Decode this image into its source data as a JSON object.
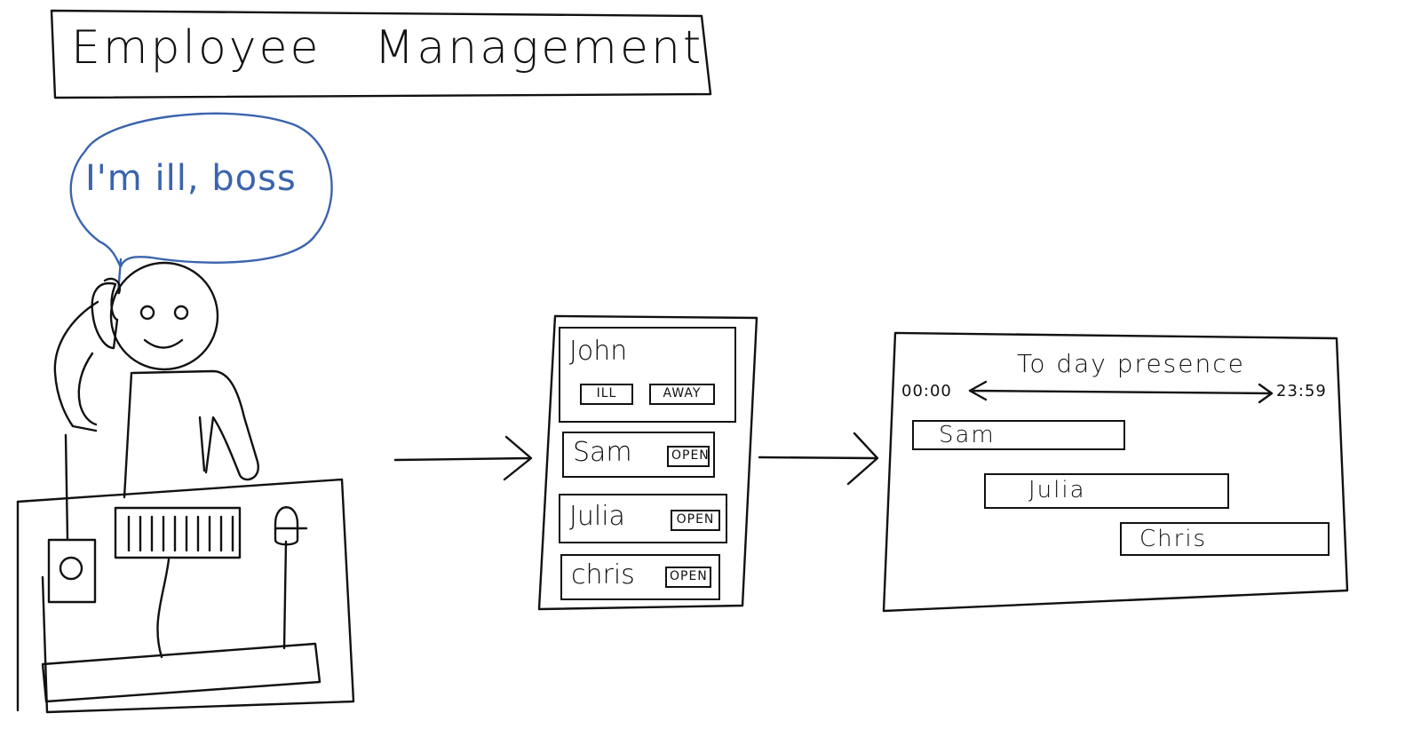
{
  "title": {
    "word1": "Employee",
    "word2": "Management"
  },
  "speech_bubble": {
    "text": "I'm ill, boss"
  },
  "employee_list": {
    "items": [
      {
        "name": "John",
        "badges": [
          "ILL",
          "AWAY"
        ]
      },
      {
        "name": "Sam",
        "badges": [
          "OPEN"
        ]
      },
      {
        "name": "Julia",
        "badges": [
          "OPEN"
        ]
      },
      {
        "name": "chris",
        "badges": [
          "OPEN"
        ]
      }
    ]
  },
  "presence": {
    "title": "To day presence",
    "start_time": "00:00",
    "end_time": "23:59",
    "bars": [
      {
        "label": "Sam"
      },
      {
        "label": "Julia"
      },
      {
        "label": "Chris"
      }
    ]
  },
  "colors": {
    "ink": "#111111",
    "speech": "#3b64ad"
  }
}
